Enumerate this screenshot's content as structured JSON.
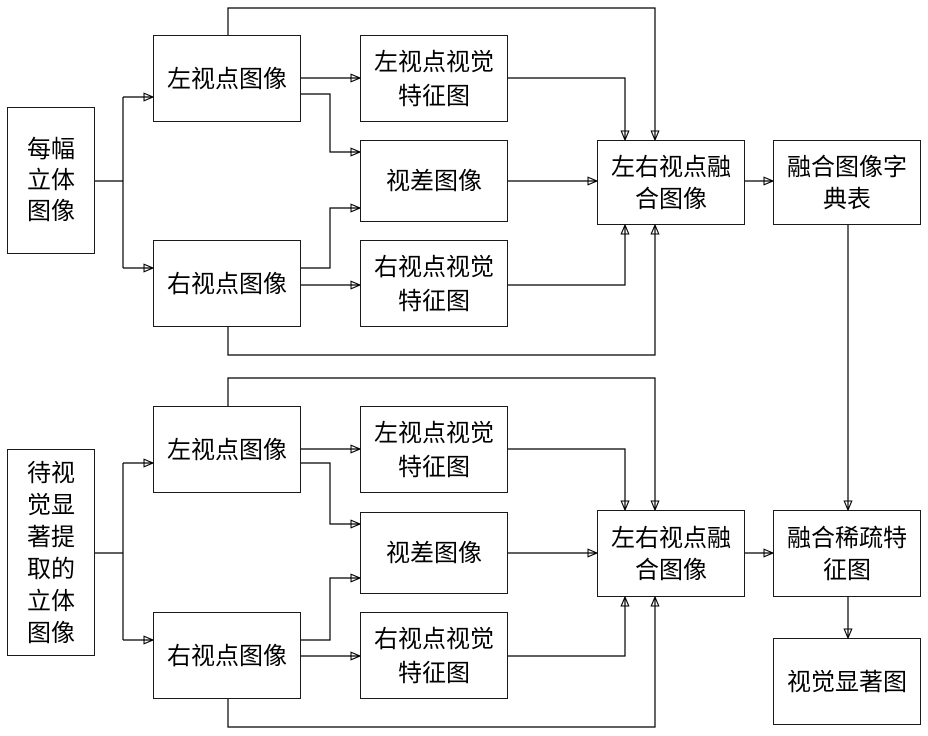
{
  "upper_flow": {
    "input": {
      "lines": [
        "每幅",
        "立体",
        "图像"
      ]
    },
    "left_view": {
      "lines": [
        "左视点图像"
      ]
    },
    "right_view": {
      "lines": [
        "右视点图像"
      ]
    },
    "left_feature": {
      "lines": [
        "左视点视觉",
        "特征图"
      ]
    },
    "disparity": {
      "lines": [
        "视差图像"
      ]
    },
    "right_feature": {
      "lines": [
        "右视点视觉",
        "特征图"
      ]
    },
    "fusion": {
      "lines": [
        "左右视点融",
        "合图像"
      ]
    },
    "dictionary": {
      "lines": [
        "融合图像字",
        "典表"
      ]
    }
  },
  "lower_flow": {
    "input": {
      "lines": [
        "待视",
        "觉显",
        "著提",
        "取的",
        "立体",
        "图像"
      ]
    },
    "left_view": {
      "lines": [
        "左视点图像"
      ]
    },
    "right_view": {
      "lines": [
        "右视点图像"
      ]
    },
    "left_feature": {
      "lines": [
        "左视点视觉",
        "特征图"
      ]
    },
    "disparity": {
      "lines": [
        "视差图像"
      ]
    },
    "right_feature": {
      "lines": [
        "右视点视觉",
        "特征图"
      ]
    },
    "fusion": {
      "lines": [
        "左右视点融",
        "合图像"
      ]
    },
    "sparse_feature": {
      "lines": [
        "融合稀疏特",
        "征图"
      ]
    },
    "saliency_map": {
      "lines": [
        "视觉显著图"
      ]
    }
  }
}
